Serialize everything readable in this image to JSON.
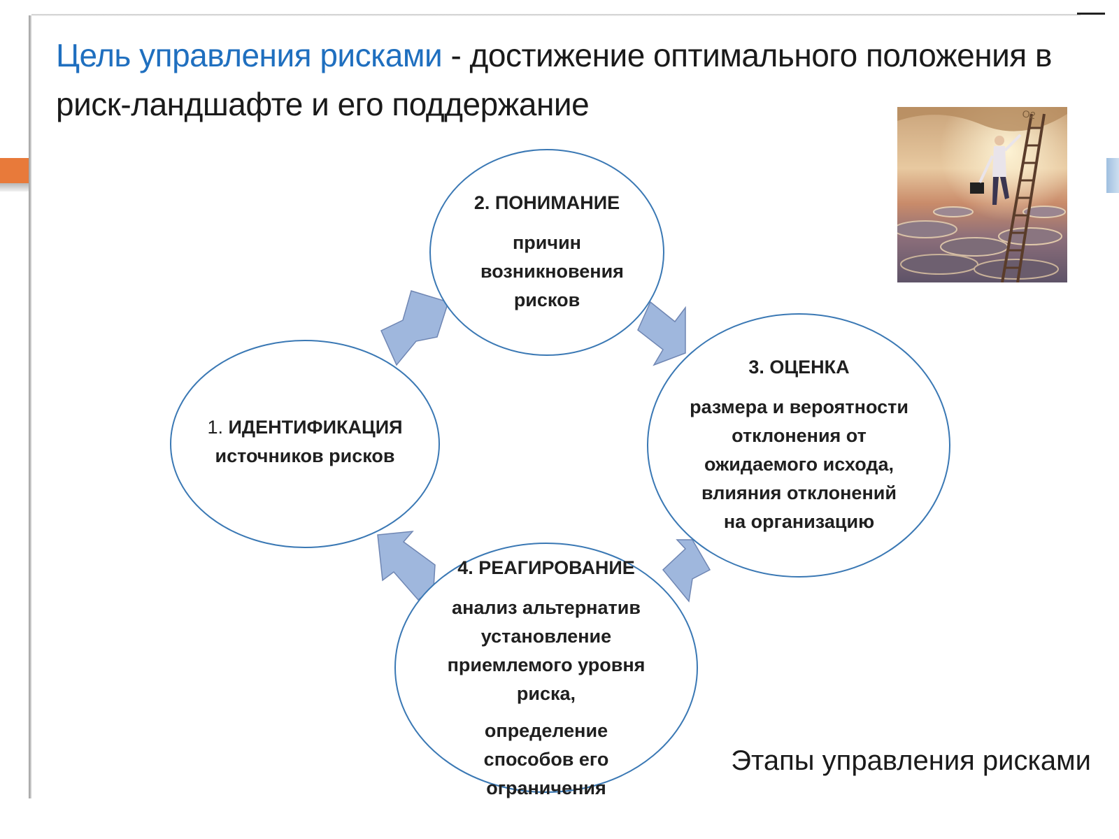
{
  "title": {
    "accent": "Цель управления рисками",
    "rest": " - достижение оптимального положения в риск-ландшафте и его поддержание"
  },
  "colors": {
    "accent": "#1f6fbf",
    "node_stroke": "#3a78b4",
    "arrow_fill": "#9fb7dd",
    "arrow_stroke": "#6f86b3",
    "orange_tab": "#e87a3a"
  },
  "photo": {
    "icon": "businessman-climbing-ladder-image"
  },
  "nodes": [
    {
      "id": "identification",
      "number": "1. ",
      "head": "ИДЕНТИФИКАЦИЯ",
      "desc": "источников рисков"
    },
    {
      "id": "understanding",
      "number": "",
      "head": "2. ПОНИМАНИЕ",
      "desc": "причин возникновения рисков"
    },
    {
      "id": "assessment",
      "number": "",
      "head": "3. ОЦЕНКА",
      "desc": "размера и вероятности отклонения от ожидаемого исхода, влияния отклонений на организацию"
    },
    {
      "id": "response",
      "number": "",
      "head": "4. РЕАГИРОВАНИЕ",
      "desc": "анализ альтернатив установление приемлемого уровня риска,",
      "desc2": "определение способов его ограничения"
    }
  ],
  "caption": "Этапы управления рисками"
}
